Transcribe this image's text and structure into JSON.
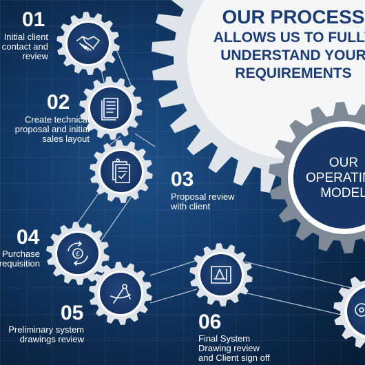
{
  "title": {
    "line1": "OUR PROCESS",
    "line2": "ALLOWS US TO FULLY",
    "line3": "UNDERSTAND YOUR",
    "line4": "REQUIREMENTS"
  },
  "model": {
    "line1": "OUR",
    "line2": "OPERATING",
    "line3": "MODEL"
  },
  "steps": [
    {
      "number": "01",
      "label": "Initial client\ncontact and\nreview",
      "icon": "handshake-icon"
    },
    {
      "number": "02",
      "label": "Create technical\nproposal and initial\nsales layout",
      "icon": "document-icon"
    },
    {
      "number": "03",
      "label": "Proposal review\nwith client",
      "icon": "documents-check-icon"
    },
    {
      "number": "04",
      "label": "Purchase\nrequisition",
      "icon": "currency-exchange-icon"
    },
    {
      "number": "05",
      "label": "Preliminary system\ndrawings review",
      "icon": "compass-icon"
    },
    {
      "number": "06",
      "label": "Final System\nDrawing review\nand Client sign off",
      "icon": "blueprint-icon"
    }
  ],
  "colors": {
    "background": "#123a69",
    "gear": "#dfe4ea",
    "gear_center": "#1a3a6e",
    "title_text": "#1b3d73",
    "model_gear": "#7f8a97"
  }
}
